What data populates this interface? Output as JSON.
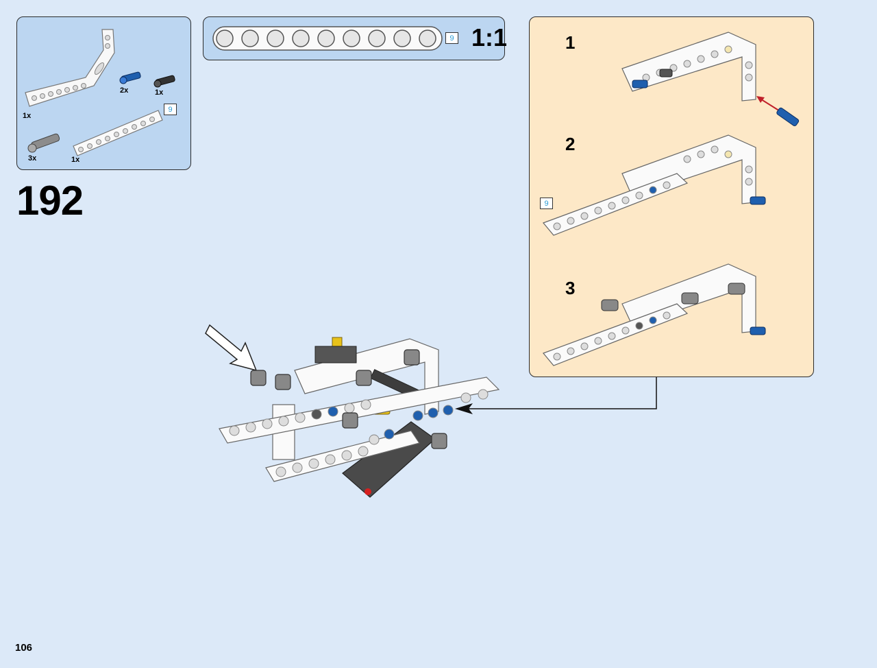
{
  "parts_list": {
    "items": [
      {
        "part": "angled-beam-icon",
        "qty": "1x"
      },
      {
        "part": "blue-pin-icon",
        "qty": "2x"
      },
      {
        "part": "black-pin-icon",
        "qty": "1x"
      },
      {
        "part": "grey-axle-pin-icon",
        "qty": "3x"
      },
      {
        "part": "straight-beam-9-icon",
        "qty": "1x"
      }
    ],
    "beam_length_label": "9"
  },
  "ruler": {
    "length_label": "9",
    "scale": "1:1"
  },
  "step_number": "192",
  "substeps": [
    {
      "label": "1"
    },
    {
      "label": "2",
      "callout": "9"
    },
    {
      "label": "3"
    }
  ],
  "page_number": "106",
  "colors": {
    "background": "#dce9f8",
    "parts_panel": "#bcd6f1",
    "substep_panel": "#fde8c7",
    "accent_blue": "#2a9bd6"
  }
}
